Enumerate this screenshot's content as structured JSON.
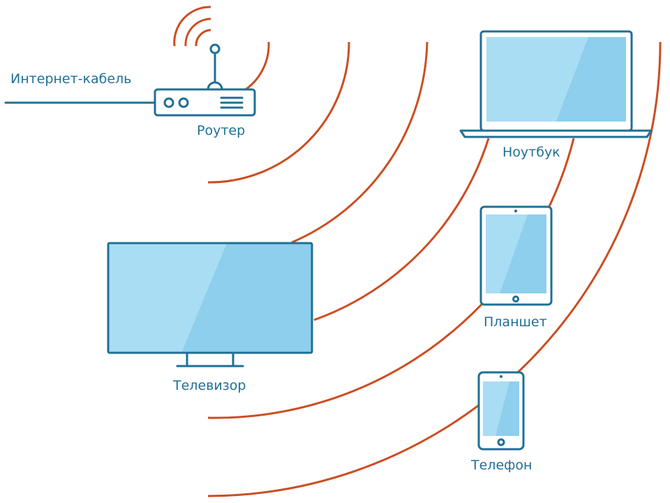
{
  "diagram": {
    "labels": {
      "cable": "Интернет-кабель",
      "router": "Роутер",
      "laptop": "Ноутбук",
      "tablet": "Планшет",
      "tv": "Телевизор",
      "phone": "Телефон"
    },
    "colors": {
      "device_outline": "#1f6f96",
      "screen_light": "#a9ddf3",
      "screen_dark": "#8dcfec",
      "signal_wave": "#cc4d22",
      "label_text": "#1f6f96"
    },
    "icons": [
      "router-icon",
      "laptop-icon",
      "tablet-icon",
      "tv-icon",
      "phone-icon"
    ]
  }
}
